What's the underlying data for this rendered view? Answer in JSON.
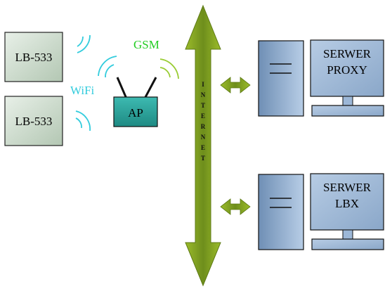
{
  "devices": {
    "lb1": {
      "label": "LB-533"
    },
    "lb2": {
      "label": "LB-533"
    },
    "ap": {
      "label": "AP"
    }
  },
  "wireless": {
    "wifi_label": "WiFi",
    "gsm_label": "GSM",
    "wifi_color": "#33ccdd",
    "gsm_color": "#99cc33",
    "gsm_text_color": "#22cc22"
  },
  "internet": {
    "letters": [
      "I",
      "N",
      "T",
      "E",
      "R",
      "N",
      "E",
      "T"
    ],
    "arrow_color": "#7a9a1e"
  },
  "servers": {
    "proxy": {
      "line1": "SERWER",
      "line2": "PROXY"
    },
    "lbx": {
      "line1": "SERWER",
      "line2": "LBX"
    }
  },
  "colors": {
    "device_fill": "#c6d6c6",
    "ap_fill": "#2fa39b",
    "server_fill": "#9cb7d7",
    "link_arrow": "#8ea82e"
  }
}
